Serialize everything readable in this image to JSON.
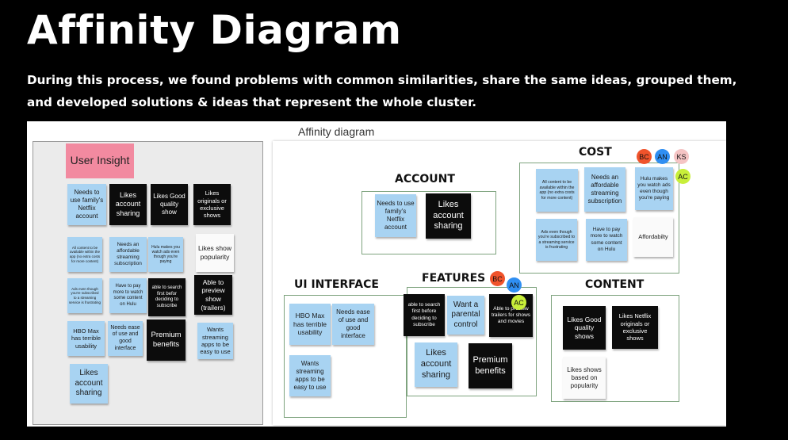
{
  "title": "Affinity Diagram",
  "subtitle_lines": [
    "During this process, we found problems with common similarities, share the same ideas, grouped them,",
    "and developed solutions & ideas that represent the whole cluster."
  ],
  "board": {
    "title": "Affinity diagram",
    "user_insight_label": "User Insight",
    "left_notes": [
      {
        "text": "Needs to use family's Netflix account",
        "color": "blue"
      },
      {
        "text": "Likes account sharing",
        "color": "black"
      },
      {
        "text": "Likes Good quality show",
        "color": "black"
      },
      {
        "text": "Likes originals or exclusive shows",
        "color": "black"
      },
      {
        "text": "All content to be available within the app (no extra costs for more content)",
        "color": "blue"
      },
      {
        "text": "Needs an affordable streaming subscription",
        "color": "blue"
      },
      {
        "text": "Hulu makes you watch ads even though you're paying",
        "color": "blue"
      },
      {
        "text": "Likes show popularity",
        "color": "white"
      },
      {
        "text": "Ads even though you're subscribed to a streaming service is frustrating",
        "color": "blue"
      },
      {
        "text": "Have to pay more to watch some content on Hulu",
        "color": "blue"
      },
      {
        "text": "able to search first befor deciding to subscribe",
        "color": "black"
      },
      {
        "text": "Able to preview show (trailers)",
        "color": "black"
      },
      {
        "text": "HBO Max has terrible usability",
        "color": "blue"
      },
      {
        "text": "Needs ease of use and good interface",
        "color": "blue"
      },
      {
        "text": "Premium benefits",
        "color": "black"
      },
      {
        "text": "Wants streaming apps to be easy to use",
        "color": "blue"
      },
      {
        "text": "Likes account sharing",
        "color": "blue"
      }
    ],
    "groups": {
      "account": {
        "label": "ACCOUNT",
        "notes": [
          {
            "text": "Needs to use family's Netflix account",
            "color": "blue"
          },
          {
            "text": "Likes account sharing",
            "color": "black"
          }
        ]
      },
      "cost": {
        "label": "COST",
        "notes": [
          {
            "text": "All content to be available within the app (no extra costs for more content)",
            "color": "blue"
          },
          {
            "text": "Needs an affordable streaming subscription",
            "color": "blue"
          },
          {
            "text": "Hulu makes you watch ads even though you're paying",
            "color": "blue"
          },
          {
            "text": "Ads even though you're subscribed to a streaming service is frustrating",
            "color": "blue"
          },
          {
            "text": "Have to pay more to watch some content on Hulu",
            "color": "blue"
          },
          {
            "text": "Affordabilty",
            "color": "white"
          }
        ]
      },
      "ui": {
        "label": "UI INTERFACE",
        "notes": [
          {
            "text": "HBO Max has terrible usability",
            "color": "blue"
          },
          {
            "text": "Needs ease of use and good interface",
            "color": "blue"
          },
          {
            "text": "Wants streaming apps to be easy to use",
            "color": "blue"
          }
        ]
      },
      "features": {
        "label": "FEATURES",
        "notes": [
          {
            "text": "able to search first before deciding to subscribe",
            "color": "black"
          },
          {
            "text": "Want a parental control",
            "color": "blue"
          },
          {
            "text": "Able to preview trailers for shows and movies",
            "color": "black"
          },
          {
            "text": "Likes account sharing",
            "color": "blue"
          },
          {
            "text": "Premium benefits",
            "color": "black"
          }
        ]
      },
      "content": {
        "label": "CONTENT",
        "notes": [
          {
            "text": "Likes Good quality shows",
            "color": "black"
          },
          {
            "text": "Likes Netflix originals or exclusive shows",
            "color": "black"
          },
          {
            "text": "Likes shows based on popularity",
            "color": "white"
          }
        ]
      }
    },
    "avatars": [
      {
        "initials": "BC",
        "color": "#f0532b"
      },
      {
        "initials": "AN",
        "color": "#2f8ff2"
      },
      {
        "initials": "KS",
        "color": "#f5c4c4"
      },
      {
        "initials": "AC",
        "color": "#c8ef3a"
      },
      {
        "initials": "BC",
        "color": "#f0532b"
      },
      {
        "initials": "AN",
        "color": "#2f8ff2"
      },
      {
        "initials": "AC",
        "color": "#c8ef3a"
      }
    ]
  }
}
